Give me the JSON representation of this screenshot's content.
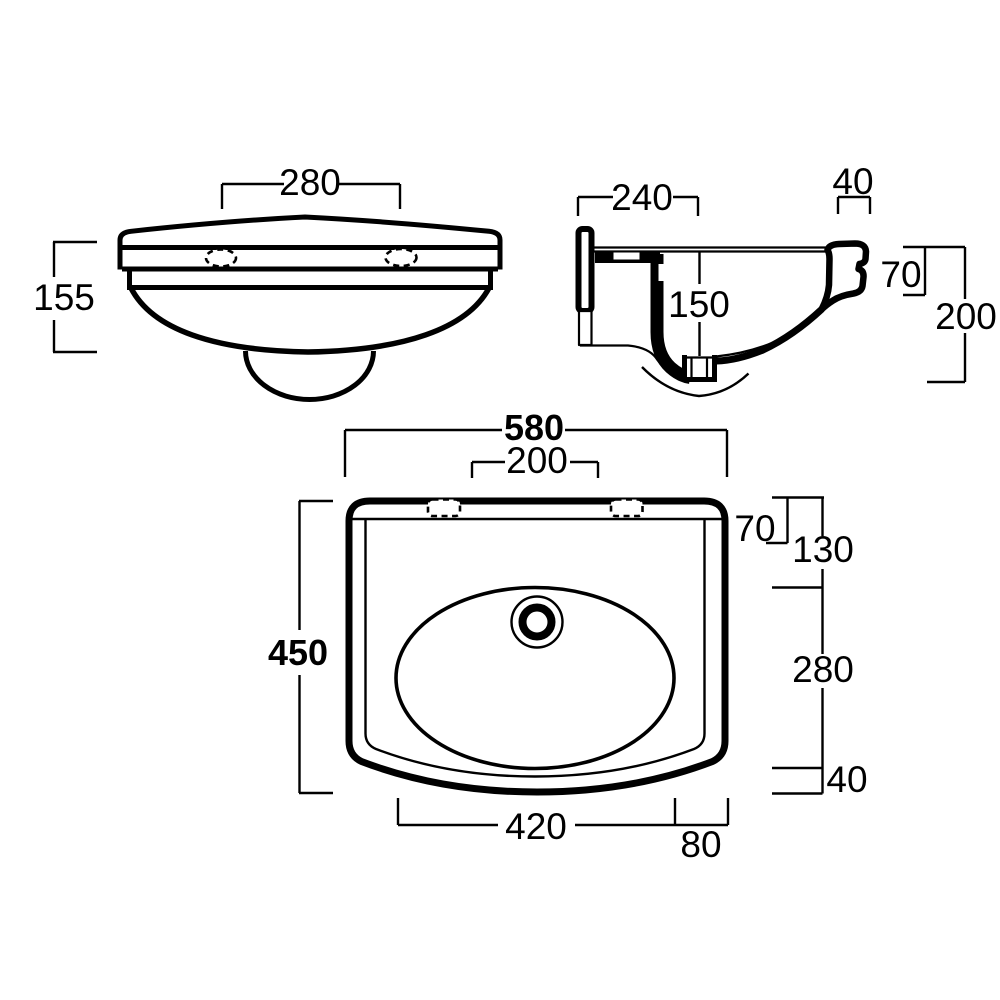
{
  "colors": {
    "line": "#000000",
    "background": "#ffffff"
  },
  "views": {
    "front": {
      "dims": {
        "tap_hole_centres": "280",
        "overall_height": "155"
      }
    },
    "side": {
      "dims": {
        "wall_to_trap_depth": "240",
        "rim_top_width": "40",
        "rim_front_height": "70",
        "bowl_depth": "150",
        "overall_height": "200"
      }
    },
    "plan": {
      "dims": {
        "overall_width": "580",
        "back_centre_width": "200",
        "overall_depth": "450",
        "back_ledge_depth": "70",
        "bowl_setback": "130",
        "bowl_front_to_back": "280",
        "front_margin": "40",
        "bowl_width": "420",
        "side_margin": "80"
      }
    }
  }
}
